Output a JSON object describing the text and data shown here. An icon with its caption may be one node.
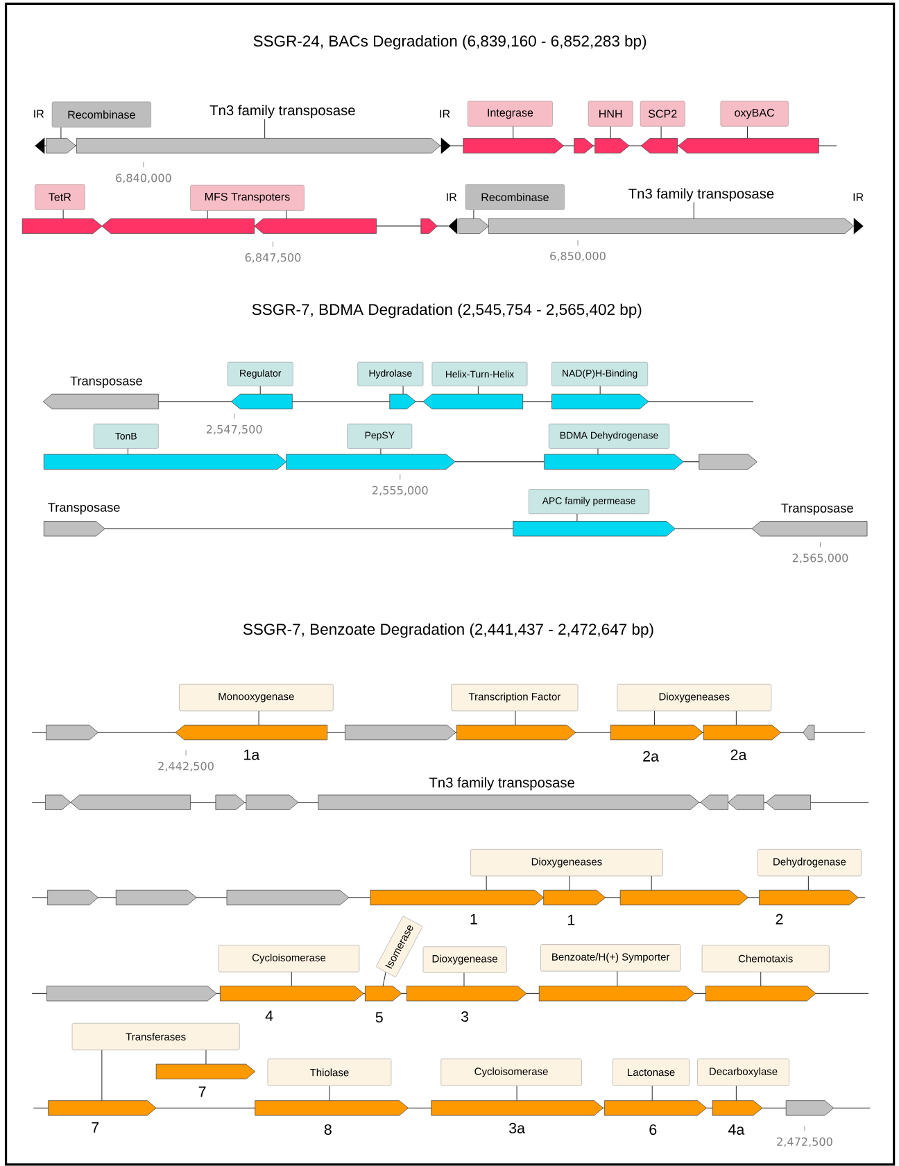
{
  "diagram": {
    "nodes": [
      {
        "text": [
          "Recombinase"
        ]
      },
      {
        "text": [
          "Tn3 family transposase"
        ]
      },
      {
        "text": [
          "Integrase"
        ]
      },
      {
        "text": [
          "HNH"
        ]
      },
      {
        "text": [
          "SCP2"
        ]
      },
      {
        "text": [
          "oxyBAC"
        ]
      },
      {
        "text": [],
        "shape": "arrow"
      },
      {
        "text": [],
        "shape": "arrow"
      },
      {
        "text": [],
        "shape": "arrow"
      },
      {
        "text": [],
        "shape": "arrow"
      },
      {
        "text": [],
        "shape": "arrow"
      },
      {
        "text": [],
        "shape": "arrow"
      },
      {
        "text": [],
        "shape": "arrow"
      },
      {
        "text": [
          "TetR"
        ]
      },
      {
        "text": [
          "MFS Transpoters"
        ]
      },
      {
        "text": [
          "Recombinase"
        ]
      },
      {
        "text": [
          "Tn3 family transposase"
        ]
      },
      {
        "text": [],
        "shape": "arrow"
      },
      {
        "text": [],
        "shape": "arrow"
      },
      {
        "text": [],
        "shape": "arrow"
      },
      {
        "text": [],
        "shape": "arrow"
      },
      {
        "text": [],
        "shape": "arrow"
      },
      {
        "text": [],
        "shape": "arrow"
      },
      {
        "text": [
          "Regulator"
        ]
      },
      {
        "text": [
          "Hydrolase"
        ]
      },
      {
        "text": [
          "Helix-Turn-Helix"
        ]
      },
      {
        "text": [
          "NAD(P)H-Binding"
        ]
      },
      {
        "text": [],
        "shape": "arrow",
        "beside": [
          "Transposase"
        ]
      },
      {
        "text": [],
        "shape": "arrow"
      },
      {
        "text": [],
        "shape": "arrow"
      },
      {
        "text": [],
        "shape": "arrow"
      },
      {
        "text": [],
        "shape": "arrow"
      },
      {
        "text": [
          "TonB"
        ]
      },
      {
        "text": [
          "PepSY"
        ]
      },
      {
        "text": [
          "BDMA Dehydrogenase"
        ]
      },
      {
        "text": [],
        "shape": "arrow"
      },
      {
        "text": [],
        "shape": "arrow"
      },
      {
        "text": [],
        "shape": "arrow"
      },
      {
        "text": [],
        "shape": "arrow"
      },
      {
        "text": [
          "APC family permease"
        ]
      },
      {
        "text": [],
        "shape": "arrow",
        "beside": [
          "Transposase"
        ]
      },
      {
        "text": [],
        "shape": "arrow"
      },
      {
        "text": [],
        "shape": "arrow",
        "beside": [
          "Transposase"
        ]
      },
      {
        "text": [
          "Monooxygenase"
        ]
      },
      {
        "text": [
          "Transcription Factor"
        ]
      },
      {
        "text": [
          "Dioxygeneases"
        ]
      },
      {
        "text": [],
        "shape": "arrow"
      },
      {
        "text": [],
        "shape": "arrow",
        "beside": [
          "1a"
        ]
      },
      {
        "text": [],
        "shape": "arrow"
      },
      {
        "text": [],
        "shape": "arrow"
      },
      {
        "text": [],
        "shape": "arrow",
        "beside": [
          "2a"
        ]
      },
      {
        "text": [],
        "shape": "arrow",
        "beside": [
          "2a"
        ]
      },
      {
        "text": [],
        "shape": "arrow"
      },
      {
        "text": [],
        "shape": "arrow"
      },
      {
        "text": [],
        "shape": "arrow"
      },
      {
        "text": [],
        "shape": "arrow"
      },
      {
        "text": [],
        "shape": "arrow"
      },
      {
        "text": [],
        "shape": "arrow",
        "beside": [
          "Tn3 family transposase"
        ]
      },
      {
        "text": [],
        "shape": "arrow"
      },
      {
        "text": [],
        "shape": "arrow"
      },
      {
        "text": [],
        "shape": "arrow"
      },
      {
        "text": [
          "Dioxygeneases"
        ]
      },
      {
        "text": [
          "Dehydrogenase"
        ]
      },
      {
        "text": [],
        "shape": "arrow"
      },
      {
        "text": [],
        "shape": "arrow"
      },
      {
        "text": [],
        "shape": "arrow"
      },
      {
        "text": [],
        "shape": "arrow",
        "beside": [
          "1"
        ]
      },
      {
        "text": [],
        "shape": "arrow",
        "beside": [
          "1"
        ]
      },
      {
        "text": [],
        "shape": "arrow"
      },
      {
        "text": [],
        "shape": "arrow",
        "beside": [
          "2"
        ]
      },
      {
        "text": [
          "Cycloisomerase"
        ]
      },
      {
        "text": [
          "Isomerase"
        ]
      },
      {
        "text": [
          "Dioxygenease"
        ]
      },
      {
        "text": [
          "Benzoate/H(+) Symporter"
        ]
      },
      {
        "text": [
          "Chemotaxis"
        ]
      },
      {
        "text": [],
        "shape": "arrow"
      },
      {
        "text": [],
        "shape": "arrow",
        "beside": [
          "4"
        ]
      },
      {
        "text": [],
        "shape": "arrow",
        "beside": [
          "5"
        ]
      },
      {
        "text": [],
        "shape": "arrow",
        "beside": [
          "3"
        ]
      },
      {
        "text": [],
        "shape": "arrow"
      },
      {
        "text": [],
        "shape": "arrow"
      },
      {
        "text": [
          "Transferases"
        ]
      },
      {
        "text": [
          "Thiolase"
        ]
      },
      {
        "text": [
          "Cycloisomerase"
        ]
      },
      {
        "text": [
          "Lactonase"
        ]
      },
      {
        "text": [
          "Decarboxylase"
        ]
      },
      {
        "text": [],
        "shape": "arrow",
        "beside": [
          "7"
        ]
      },
      {
        "text": [],
        "shape": "arrow",
        "beside": [
          "7"
        ]
      },
      {
        "text": [],
        "shape": "arrow",
        "beside": [
          "8"
        ]
      },
      {
        "text": [],
        "shape": "arrow",
        "beside": [
          "3a"
        ]
      },
      {
        "text": [],
        "shape": "arrow",
        "beside": [
          "6"
        ]
      },
      {
        "text": [],
        "shape": "arrow",
        "beside": [
          "4a"
        ]
      },
      {
        "text": [],
        "shape": "arrow"
      }
    ],
    "edges": [
      {
        "from": 0,
        "to": 6,
        "arrow": "none"
      },
      {
        "from": 1,
        "to": 7,
        "arrow": "none"
      },
      {
        "from": 2,
        "to": 8,
        "arrow": "none"
      },
      {
        "from": 3,
        "to": 10,
        "arrow": "none"
      },
      {
        "from": 4,
        "to": 11,
        "arrow": "none"
      },
      {
        "from": 5,
        "to": 12,
        "arrow": "none"
      },
      {
        "from": 13,
        "to": 17,
        "arrow": "none"
      },
      {
        "from": 14,
        "to": 18,
        "arrow": "none"
      },
      {
        "from": 14,
        "to": 19,
        "arrow": "none"
      },
      {
        "from": 15,
        "to": 21,
        "arrow": "none"
      },
      {
        "from": 16,
        "to": 22,
        "arrow": "none"
      },
      {
        "from": 23,
        "to": 28,
        "arrow": "none"
      },
      {
        "from": 24,
        "to": 29,
        "arrow": "none"
      },
      {
        "from": 25,
        "to": 30,
        "arrow": "none"
      },
      {
        "from": 26,
        "to": 31,
        "arrow": "none"
      },
      {
        "from": 32,
        "to": 35,
        "arrow": "none"
      },
      {
        "from": 33,
        "to": 36,
        "arrow": "none"
      },
      {
        "from": 34,
        "to": 37,
        "arrow": "none"
      },
      {
        "from": 39,
        "to": 41,
        "arrow": "none"
      },
      {
        "from": 43,
        "to": 47,
        "arrow": "none"
      },
      {
        "from": 44,
        "to": 49,
        "arrow": "none"
      },
      {
        "from": 45,
        "to": 50,
        "arrow": "none"
      },
      {
        "from": 45,
        "to": 51,
        "arrow": "none"
      },
      {
        "from": 61,
        "to": 66,
        "arrow": "none"
      },
      {
        "from": 61,
        "to": 67,
        "arrow": "none"
      },
      {
        "from": 61,
        "to": 68,
        "arrow": "none"
      },
      {
        "from": 62,
        "to": 69,
        "arrow": "none"
      },
      {
        "from": 70,
        "to": 76,
        "arrow": "none"
      },
      {
        "from": 71,
        "to": 77,
        "arrow": "none"
      },
      {
        "from": 72,
        "to": 78,
        "arrow": "none"
      },
      {
        "from": 73,
        "to": 79,
        "arrow": "none"
      },
      {
        "from": 74,
        "to": 80,
        "arrow": "none"
      },
      {
        "from": 81,
        "to": 87,
        "arrow": "none"
      },
      {
        "from": 81,
        "to": 86,
        "arrow": "none"
      },
      {
        "from": 82,
        "to": 88,
        "arrow": "none"
      },
      {
        "from": 83,
        "to": 89,
        "arrow": "none"
      },
      {
        "from": 84,
        "to": 90,
        "arrow": "none"
      },
      {
        "from": 85,
        "to": 91,
        "arrow": "none"
      }
    ],
    "labels": [
      "SSGR-24, BACs Degradation (6,839,160 - 6,852,283 bp)",
      "IR",
      "IR",
      "6,840,000",
      "IR",
      "IR",
      "6,847,500",
      "6,850,000",
      "SSGR-7, BDMA Degradation (2,545,754 - 2,565,402 bp)",
      "2,547,500",
      "2,555,000",
      "2,565,000",
      "SSGR-7, Benzoate Degradation (2,441,437 - 2,472,647 bp)",
      "2,442,500",
      "2,472,500"
    ]
  }
}
